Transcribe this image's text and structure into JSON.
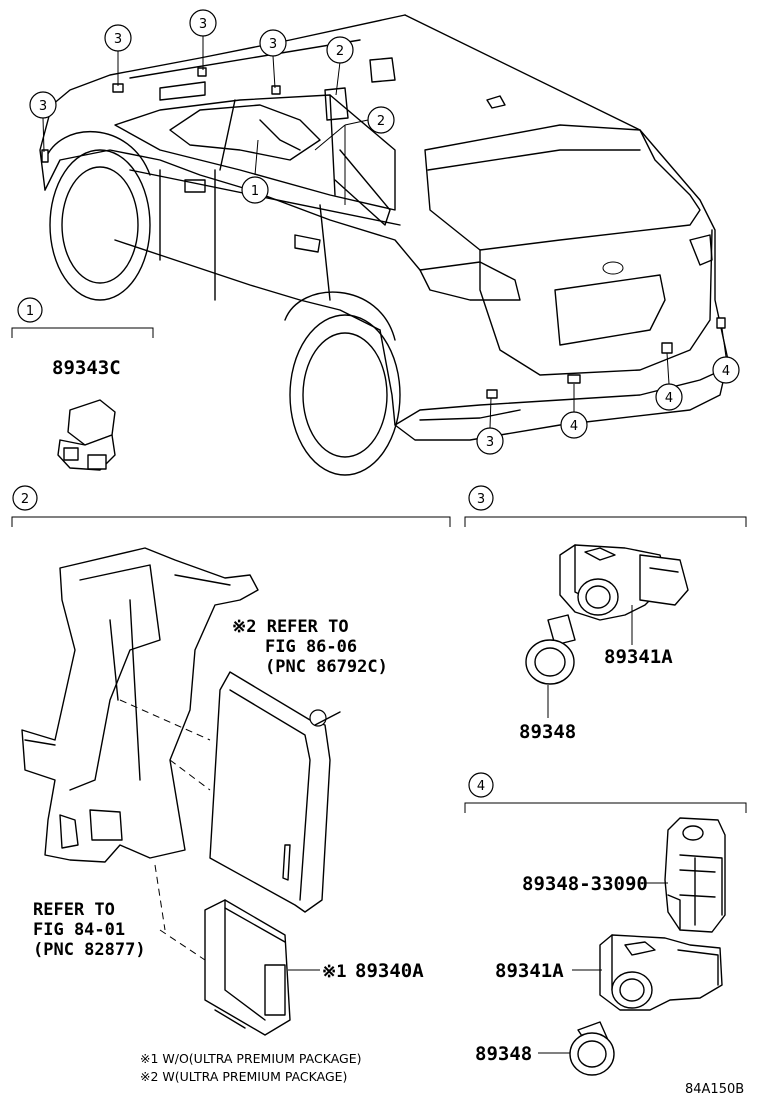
{
  "diagram": {
    "callouts": [
      {
        "id": "c1a",
        "num": "1"
      },
      {
        "id": "c2a",
        "num": "2"
      },
      {
        "id": "c2b",
        "num": "2"
      },
      {
        "id": "c3a",
        "num": "3"
      },
      {
        "id": "c3b",
        "num": "3"
      },
      {
        "id": "c3c",
        "num": "3"
      },
      {
        "id": "c3d",
        "num": "3"
      },
      {
        "id": "c3e",
        "num": "3"
      },
      {
        "id": "c4a",
        "num": "4"
      },
      {
        "id": "c4b",
        "num": "4"
      },
      {
        "id": "c4c",
        "num": "4"
      }
    ],
    "sections": {
      "s1": {
        "num": "1",
        "part": "89343C"
      },
      "s2": {
        "num": "2",
        "ref_ecu": [
          "※2  REFER TO",
          "FIG 86-06",
          "(PNC 86792C)"
        ],
        "ref_bracket": [
          "REFER TO",
          "FIG 84-01",
          "(PNC 82877)"
        ],
        "ecu_mark": "※1",
        "ecu_part": "89340A",
        "notes": [
          "※1 W/O(ULTRA PREMIUM PACKAGE)",
          "※2 W(ULTRA PREMIUM PACKAGE)"
        ]
      },
      "s3": {
        "num": "3",
        "sensor": "89341A",
        "retainer": "89348"
      },
      "s4": {
        "num": "4",
        "holder": "89348-33090",
        "sensor": "89341A",
        "retainer": "89348"
      }
    },
    "figure_code": "84A150B"
  }
}
